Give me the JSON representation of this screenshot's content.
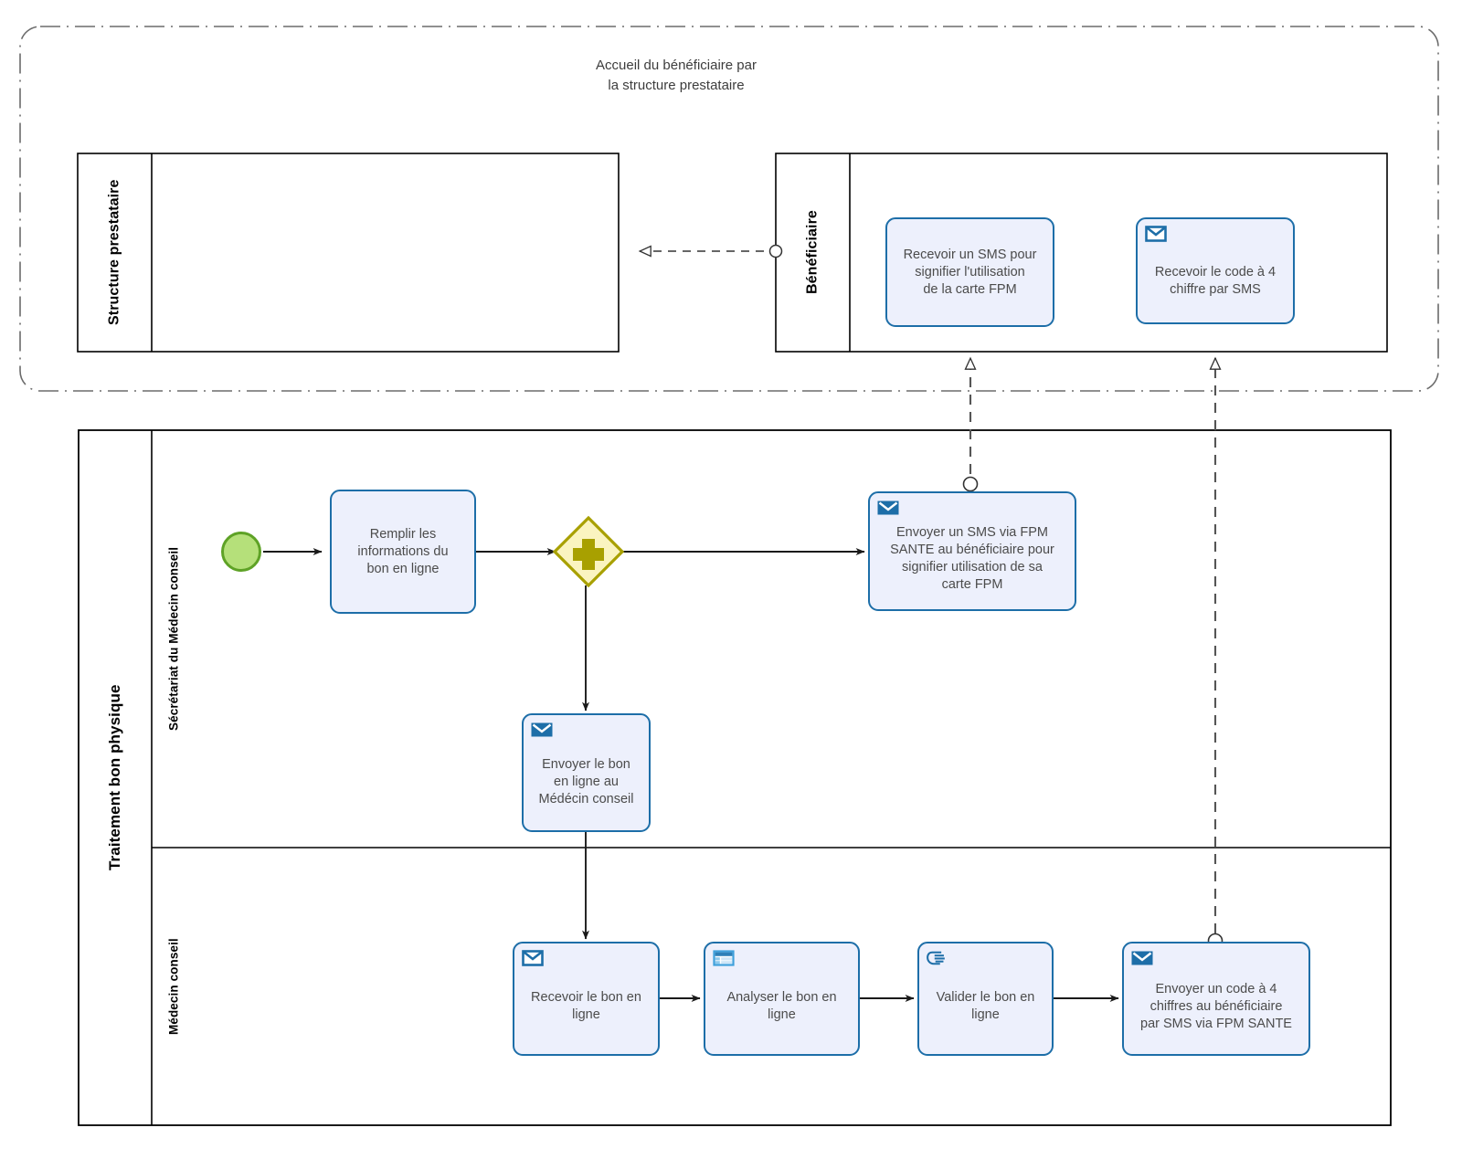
{
  "diagram": {
    "type": "bpmn",
    "title": "Traitement bon physique"
  },
  "group": {
    "label": "Accueil du bénéficiaire par\nla structure prestataire",
    "label_line1": "Accueil du bénéficiaire par",
    "label_line2": "la structure prestataire",
    "border_style": "dashed-rounded",
    "border_color": "#6b6b6b"
  },
  "pools": [
    {
      "id": "pool-structure-prestataire",
      "label": "Structure prestataire",
      "lanes": [],
      "tasks": []
    },
    {
      "id": "pool-beneficiaire",
      "label": "Bénéficiaire",
      "lanes": [],
      "tasks": [
        {
          "id": "task-recevoir-sms-carte",
          "label": "Recevoir un SMS pour signifier l'utilisation de la carte FPM",
          "lines": [
            "Recevoir un SMS pour",
            "signifier l'utilisation",
            "de la carte FPM"
          ],
          "icon": "",
          "icon_name": "none-icon",
          "type": "receive-task"
        },
        {
          "id": "task-recevoir-code-4-chiffres",
          "label": "Recevoir le code à 4 chiffre par SMS",
          "lines": [
            "Recevoir le code à 4",
            "chiffre par SMS"
          ],
          "icon": "envelope-outline",
          "icon_name": "envelope-outline-icon",
          "type": "receive-message-task"
        }
      ]
    },
    {
      "id": "pool-traitement-bon-physique",
      "label": "Traitement bon physique",
      "lanes": [
        {
          "id": "lane-secretariat",
          "label": "Sécrétariat du Médecin conseil"
        },
        {
          "id": "lane-medecin-conseil",
          "label": "Médecin conseil"
        }
      ],
      "tasks": [
        {
          "id": "task-remplir-informations",
          "label": "Remplir les informations du bon en ligne",
          "lines": [
            "Remplir les",
            "informations du",
            "bon en ligne"
          ],
          "icon": "",
          "icon_name": "none-icon",
          "type": "task"
        },
        {
          "id": "task-envoyer-sms-fpm",
          "label": "Envoyer un SMS via FPM SANTE au bénéficiaire pour signifier utilisation de sa carte FPM",
          "lines": [
            "Envoyer un SMS via FPM",
            "SANTE au bénéficiaire pour",
            "signifier utilisation de sa",
            "carte FPM"
          ],
          "icon": "envelope-filled",
          "icon_name": "envelope-filled-icon",
          "type": "send-message-task"
        },
        {
          "id": "task-envoyer-bon-medecin",
          "label": "Envoyer le bon en ligne au Médécin conseil",
          "lines": [
            "Envoyer le bon",
            "en ligne au",
            "Médécin conseil"
          ],
          "icon": "envelope-filled",
          "icon_name": "envelope-filled-icon",
          "type": "send-message-task"
        },
        {
          "id": "task-recevoir-bon",
          "label": "Recevoir le bon en ligne",
          "lines": [
            "Recevoir le bon en",
            "ligne"
          ],
          "icon": "envelope-outline",
          "icon_name": "envelope-outline-icon",
          "type": "receive-message-task"
        },
        {
          "id": "task-analyser-bon",
          "label": "Analyser le bon en ligne",
          "lines": [
            "Analyser le bon en",
            "ligne"
          ],
          "icon": "business-rule",
          "icon_name": "business-rule-icon",
          "type": "business-rule-task"
        },
        {
          "id": "task-valider-bon",
          "label": "Valider le bon en ligne",
          "lines": [
            "Valider le bon en",
            "ligne"
          ],
          "icon": "hand",
          "icon_name": "hand-icon",
          "type": "manual-task"
        },
        {
          "id": "task-envoyer-code-4-chiffres",
          "label": "Envoyer un code à 4 chiffres au bénéficiaire par SMS via FPM SANTE",
          "lines": [
            "Envoyer un code à 4",
            "chiffres au bénéficiaire",
            "par SMS via FPM SANTE"
          ],
          "icon": "envelope-filled",
          "icon_name": "envelope-filled-icon",
          "type": "send-message-task"
        }
      ]
    }
  ],
  "events": [
    {
      "id": "start-event",
      "name": "start-event",
      "type": "start",
      "fill": "#B5E07A",
      "stroke": "#5EA226"
    }
  ],
  "gateways": [
    {
      "id": "gateway-parallel",
      "name": "parallel-gateway",
      "type": "parallel",
      "marker": "+",
      "fill": "#FAF4C0",
      "stroke": "#A8A000"
    }
  ],
  "colors": {
    "task_fill": "#EDF0FC",
    "task_stroke": "#1D6EA8",
    "gateway_fill": "#FAF4C0",
    "gateway_stroke": "#A8A000",
    "start_fill": "#B5E07A",
    "start_stroke": "#5EA226",
    "flow": "#1a1a1a",
    "message_flow": "#555555",
    "pool_stroke": "#000000",
    "group_stroke": "#6b6b6b",
    "text": "#4b4b4b"
  },
  "flows": [
    {
      "id": "flow-start-to-remplir",
      "type": "sequence"
    },
    {
      "id": "flow-remplir-to-gateway",
      "type": "sequence"
    },
    {
      "id": "flow-gateway-to-sms",
      "type": "sequence"
    },
    {
      "id": "flow-gateway-to-envoyer-bon",
      "type": "sequence"
    },
    {
      "id": "flow-envoyer-bon-to-recevoir-bon",
      "type": "sequence"
    },
    {
      "id": "flow-recevoir-to-analyser",
      "type": "sequence"
    },
    {
      "id": "flow-analyser-to-valider",
      "type": "sequence"
    },
    {
      "id": "flow-valider-to-envoyer-code",
      "type": "sequence"
    },
    {
      "id": "msgflow-beneficiaire-to-structure",
      "type": "message"
    },
    {
      "id": "msgflow-sms-to-recevoir-sms",
      "type": "message"
    },
    {
      "id": "msgflow-code-to-recevoir-code",
      "type": "message"
    }
  ]
}
